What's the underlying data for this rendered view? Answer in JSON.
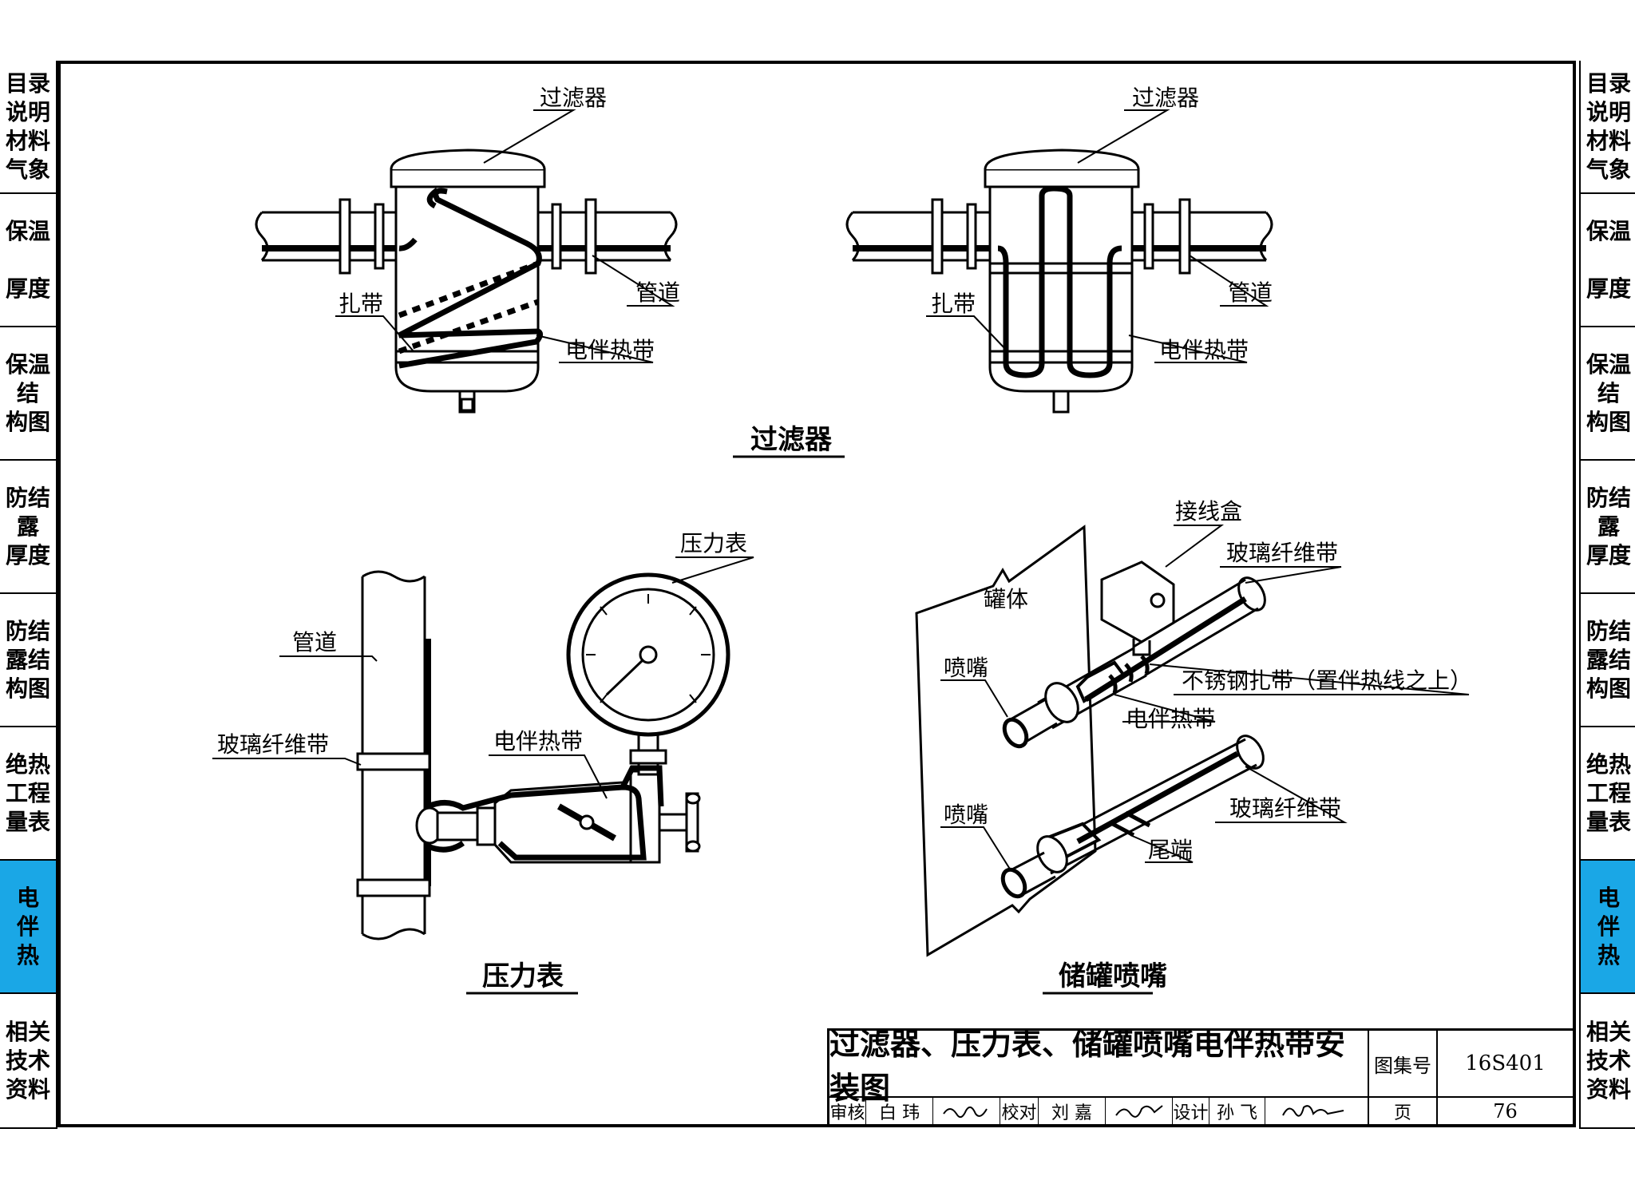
{
  "side_tabs": [
    {
      "lines": [
        "目录",
        "说明",
        "材料",
        "气象"
      ],
      "active": false
    },
    {
      "lines": [
        "保温",
        "",
        "厚度"
      ],
      "active": false
    },
    {
      "lines": [
        "保温",
        "结",
        "构图"
      ],
      "active": false
    },
    {
      "lines": [
        "防结",
        "露",
        "厚度"
      ],
      "active": false
    },
    {
      "lines": [
        "防结",
        "露结",
        "构图"
      ],
      "active": false
    },
    {
      "lines": [
        "绝热",
        "工程",
        "量表"
      ],
      "active": false
    },
    {
      "lines": [
        "电",
        "伴",
        "热"
      ],
      "active": true
    },
    {
      "lines": [
        "相关",
        "技术",
        "资料"
      ],
      "active": false
    }
  ],
  "accent_color": "#1aa7e6",
  "filter_section": {
    "caption": "过滤器",
    "left": {
      "filter": "过滤器",
      "pipe": "管道",
      "tie": "扎带",
      "heat_tape": "电伴热带"
    },
    "right": {
      "filter": "过滤器",
      "pipe": "管道",
      "tie": "扎带",
      "heat_tape": "电伴热带"
    }
  },
  "gauge_section": {
    "caption": "压力表",
    "gauge": "压力表",
    "pipe": "管道",
    "fiber_tape": "玻璃纤维带",
    "heat_tape": "电伴热带"
  },
  "nozzle_section": {
    "caption": "储罐喷嘴",
    "junction_box": "接线盒",
    "fiber_tape_top": "玻璃纤维带",
    "tank": "罐体",
    "nozzle_top": "喷嘴",
    "steel_tie": "不锈钢扎带（置伴热线之上）",
    "heat_tape": "电伴热带",
    "nozzle_bottom": "喷嘴",
    "fiber_tape_bottom": "玻璃纤维带",
    "tail": "尾端"
  },
  "title_block": {
    "title": "过滤器、压力表、储罐喷嘴电伴热带安装图",
    "atlas_label": "图集号",
    "atlas_no": "16S401",
    "review_label": "审核",
    "reviewer": "白 玮",
    "check_label": "校对",
    "checker": "刘 嘉",
    "design_label": "设计",
    "designer": "孙 飞",
    "page_label": "页",
    "page_no": "76"
  }
}
